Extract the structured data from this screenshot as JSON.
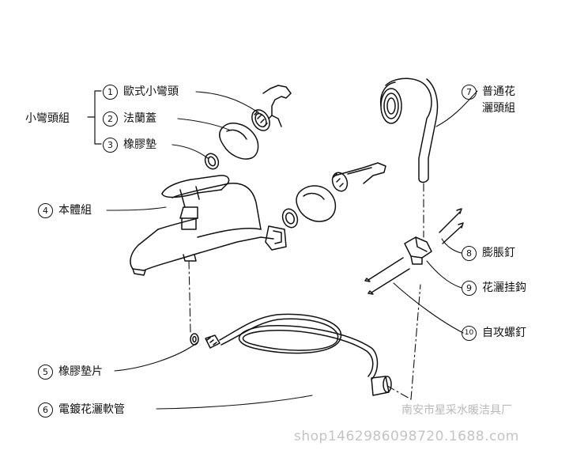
{
  "group_label": "小彎頭組",
  "parts": [
    {
      "num": "1",
      "label": "歐式小彎頭"
    },
    {
      "num": "2",
      "label": "法蘭蓋"
    },
    {
      "num": "3",
      "label": "橡膠墊"
    },
    {
      "num": "4",
      "label": "本體組"
    },
    {
      "num": "5",
      "label": "橡膠墊片"
    },
    {
      "num": "6",
      "label": "電鍍花灑軟管"
    },
    {
      "num": "7",
      "label": "普通花"
    },
    {
      "num": "8",
      "label": "膨脹釘"
    },
    {
      "num": "9",
      "label": "花灑挂鈎"
    },
    {
      "num": "10",
      "label": "自攻螺釘"
    }
  ],
  "part7_line2": "灑頭組",
  "watermark_shop": "南安市星采水暖洁具厂",
  "watermark_url": "shop1462986098720.1688.com"
}
